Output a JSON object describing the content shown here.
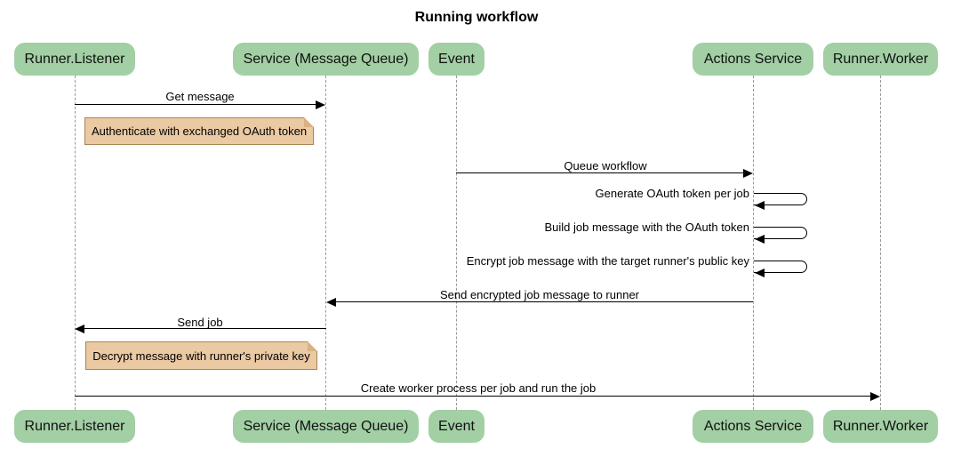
{
  "title": "Running workflow",
  "actors": [
    {
      "label": "Runner.Listener"
    },
    {
      "label": "Service (Message Queue)"
    },
    {
      "label": "Event"
    },
    {
      "label": "Actions Service"
    },
    {
      "label": "Runner.Worker"
    }
  ],
  "messages": [
    {
      "label": "Get message",
      "from": "Runner.Listener",
      "to": "Service (Message Queue)",
      "kind": "arrow"
    },
    {
      "label": "Queue workflow",
      "from": "Event",
      "to": "Actions Service",
      "kind": "arrow"
    },
    {
      "label": "Generate OAuth token per job",
      "from": "Actions Service",
      "to": "Actions Service",
      "kind": "self"
    },
    {
      "label": "Build job message with the OAuth token",
      "from": "Actions Service",
      "to": "Actions Service",
      "kind": "self"
    },
    {
      "label": "Encrypt job message with the target runner's public key",
      "from": "Actions Service",
      "to": "Actions Service",
      "kind": "self"
    },
    {
      "label": "Send encrypted job message to runner",
      "from": "Actions Service",
      "to": "Service (Message Queue)",
      "kind": "arrow"
    },
    {
      "label": "Send job",
      "from": "Service (Message Queue)",
      "to": "Runner.Listener",
      "kind": "arrow"
    },
    {
      "label": "Create worker process per job and run the job",
      "from": "Runner.Listener",
      "to": "Runner.Worker",
      "kind": "arrow"
    }
  ],
  "notes": [
    {
      "text": "Authenticate with exchanged OAuth token",
      "anchor": "Runner.Listener"
    },
    {
      "text": "Decrypt message with runner's private key",
      "anchor": "Runner.Listener"
    }
  ],
  "colors": {
    "actor_fill": "#a2cfa4",
    "actor_text": "#111111",
    "note_fill": "#eac9a3",
    "note_border": "#aa8552",
    "note_fold": "#d9b183",
    "lifeline": "#999999",
    "arrow": "#000000",
    "background": "#ffffff"
  }
}
